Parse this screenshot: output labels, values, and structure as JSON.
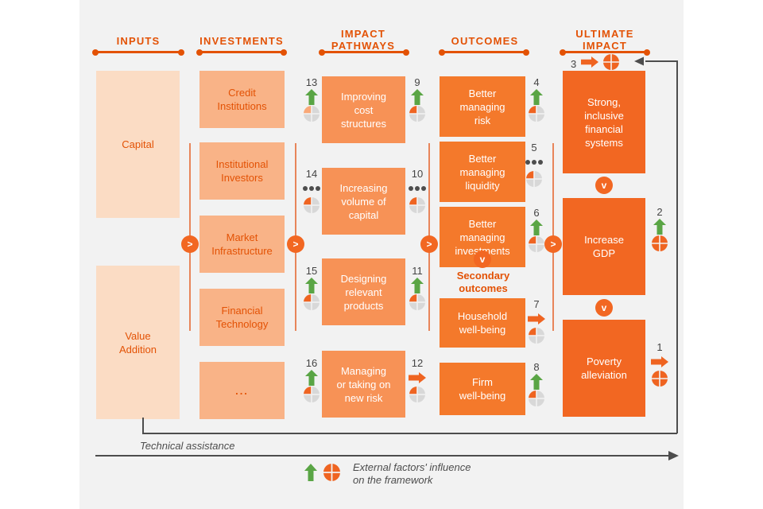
{
  "palette": {
    "background": "#f2f2f2",
    "page": "#ffffff",
    "accent_orange": "#e35205",
    "box_l1": "#fbdcc4",
    "box_l2": "#f9b387",
    "box_l3": "#f79256",
    "box_l4": "#f4792b",
    "box_l5": "#f26722",
    "arrow_green": "#5aa545",
    "arrow_orange": "#ef6421",
    "pie_grey": "#d8d8d8",
    "line_grey": "#4d4d4d",
    "number_grey": "#444444"
  },
  "columns": [
    {
      "title": "INPUTS"
    },
    {
      "title": "INVESTMENTS"
    },
    {
      "title": "IMPACT\nPATHWAYS"
    },
    {
      "title": "OUTCOMES"
    },
    {
      "title": "ULTIMATE\nIMPACT"
    }
  ],
  "column_titles": {
    "inputs": "INPUTS",
    "investments": "INVESTMENTS",
    "impact_pathways_l1": "IMPACT",
    "impact_pathways_l2": "PATHWAYS",
    "outcomes": "OUTCOMES",
    "ultimate_impact_l1": "ULTIMATE",
    "ultimate_impact_l2": "IMPACT"
  },
  "inputs": [
    {
      "label": "Capital"
    },
    {
      "label": "Value\nAddition",
      "line1": "Value",
      "line2": "Addition"
    }
  ],
  "investments": [
    {
      "line1": "Credit",
      "line2": "Institutions"
    },
    {
      "line1": "Institutional",
      "line2": "Investors"
    },
    {
      "line1": "Market",
      "line2": "Infrastructure"
    },
    {
      "line1": "Financial",
      "line2": "Technology"
    },
    {
      "line1": "...",
      "line2": ""
    }
  ],
  "impact_pathways": [
    {
      "line1": "Improving",
      "line2": "cost",
      "line3": "structures",
      "left": {
        "number": "13",
        "symbol": "arrow-up-green",
        "pie": "quarter-tl"
      },
      "right": {
        "number": "9",
        "symbol": "arrow-up-green",
        "pie": "quarter-tl-dark"
      }
    },
    {
      "line1": "Increasing",
      "line2": "volume of",
      "line3": "capital",
      "left": {
        "number": "14",
        "symbol": "dots",
        "pie": "quarter-tl-dark"
      },
      "right": {
        "number": "10",
        "symbol": "dots",
        "pie": "quarter-tl-dark"
      }
    },
    {
      "line1": "Designing",
      "line2": "relevant",
      "line3": "products",
      "left": {
        "number": "15",
        "symbol": "arrow-up-green",
        "pie": "quarter-tl-dark"
      },
      "right": {
        "number": "11",
        "symbol": "arrow-up-green",
        "pie": "quarter-tl-dark"
      }
    },
    {
      "line1": "Managing",
      "line2": "or taking on",
      "line3": "new risk",
      "left": {
        "number": "16",
        "symbol": "arrow-up-green",
        "pie": "quarter-tl-dark"
      },
      "right": {
        "number": "12",
        "symbol": "arrow-right-orange",
        "pie": "quarter-tl-dark"
      }
    }
  ],
  "outcomes": [
    {
      "line1": "Better",
      "line2": "managing",
      "line3": "risk",
      "right": {
        "number": "4",
        "symbol": "arrow-up-green",
        "pie": "quarter-tl-dark"
      }
    },
    {
      "line1": "Better",
      "line2": "managing",
      "line3": "liquidity",
      "right": {
        "number": "5",
        "symbol": "dots",
        "pie": "quarter-tl-dark"
      }
    },
    {
      "line1": "Better",
      "line2": "managing",
      "line3": "investments",
      "right": {
        "number": "6",
        "symbol": "arrow-up-green",
        "pie": "quarter-tl-dark"
      }
    },
    {
      "line1": "Household",
      "line2": "well-being",
      "line3": "",
      "right": {
        "number": "7",
        "symbol": "arrow-right-orange",
        "pie": "quarter-tl-dark"
      }
    },
    {
      "line1": "Firm",
      "line2": "well-being",
      "line3": "",
      "right": {
        "number": "8",
        "symbol": "arrow-up-green",
        "pie": "quarter-tl-dark"
      }
    }
  ],
  "secondary_outcomes_label": {
    "line1": "Secondary",
    "line2": "outcomes"
  },
  "ultimate_impact": [
    {
      "line1": "Strong,",
      "line2": "inclusive",
      "line3": "financial",
      "line4": "systems",
      "top": {
        "number": "3",
        "symbol": "arrow-right-orange",
        "pie": "full-orange"
      }
    },
    {
      "line1": "Increase",
      "line2": "GDP",
      "line3": "",
      "line4": "",
      "right": {
        "number": "2",
        "symbol": "arrow-up-green",
        "pie": "full-orange"
      }
    },
    {
      "line1": "Poverty",
      "line2": "alleviation",
      "line3": "",
      "line4": "",
      "right": {
        "number": "1",
        "symbol": "arrow-right-orange",
        "pie": "full-orange"
      }
    }
  ],
  "chevrons": {
    "right": ">",
    "down": "v"
  },
  "technical_assistance_label": "Technical assistance",
  "legend": {
    "line1": "External factors' influence",
    "line2": "on the framework",
    "symbols": [
      "arrow-up-green",
      "pie-full-orange"
    ]
  }
}
